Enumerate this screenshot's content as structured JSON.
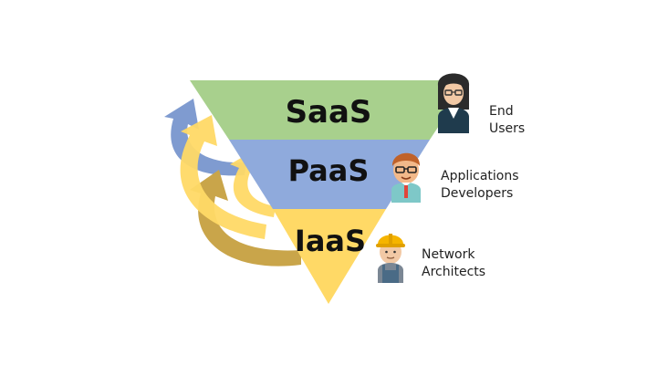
{
  "diagram": {
    "layers": [
      {
        "name": "SaaS",
        "color": "#a8d08d"
      },
      {
        "name": "PaaS",
        "color": "#8faadc"
      },
      {
        "name": "IaaS",
        "color": "#ffd966"
      }
    ],
    "roles": [
      {
        "line1": "End",
        "line2": "Users",
        "icon": "businesswoman-avatar-icon"
      },
      {
        "line1": "Applications",
        "line2": "Developers",
        "icon": "developer-avatar-icon"
      },
      {
        "line1": "Network",
        "line2": "Architects",
        "icon": "construction-worker-avatar-icon"
      }
    ],
    "arrow_colors": {
      "blue": "#7f9bd0",
      "yellow": "#ffd966",
      "gold": "#c9a54a"
    }
  }
}
